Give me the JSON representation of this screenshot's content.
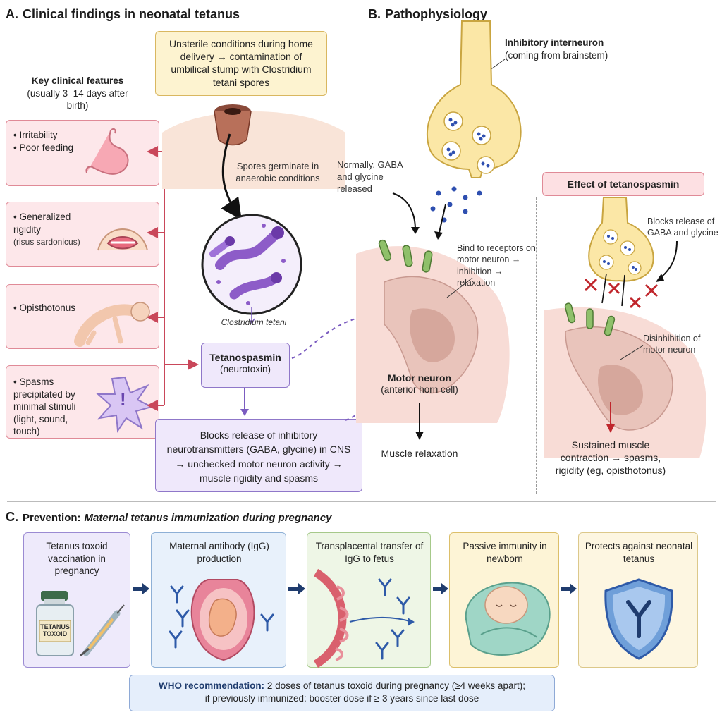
{
  "sectionA": {
    "letter": "A.",
    "title": "Clinical findings in neonatal tetanus",
    "key_title": "Key clinical features",
    "key_sub": "(usually 3–14 days after birth)",
    "features": [
      [
        "Irritability",
        "Poor feeding"
      ],
      [
        "Generalized rigidity",
        "(risus sardonicus)"
      ],
      [
        "Opisthotonus"
      ],
      [
        "Spasms precipitated by minimal stimuli (light, sound, touch)"
      ]
    ],
    "cause_box": "Unsterile conditions during home delivery → contamination of umbilical stump with Clostridium tetani spores",
    "spores_text": "Spores germinate in anaerobic conditions",
    "bacteria_label": "Clostridium tetani",
    "toxin_title": "Tetanospasmin",
    "toxin_sub": "(neurotoxin)",
    "mechanism_box": "Blocks release of inhibitory neurotransmitters (GABA, glycine) in CNS → unchecked motor neuron activity → muscle rigidity and spasms",
    "spasm_symbol": "!"
  },
  "sectionB": {
    "letter": "B.",
    "title": "Pathophysiology",
    "interneuron_title": "Inhibitory interneuron",
    "interneuron_sub": "(coming from brainstem)",
    "normally_text": "Normally, GABA and glycine released",
    "bind_text": "Bind to receptors on motor neuron → inhibition → relaxation",
    "motor_title": "Motor neuron",
    "motor_sub": "(anterior horn cell)",
    "relax_text": "Muscle relaxation",
    "effect_title": "Effect of tetanospasmin",
    "blocks_text": "Blocks release of GABA and glycine",
    "disinhibit_text": "Disinhibition of motor neuron",
    "sustained_text": "Sustained muscle contraction → spasms, rigidity (eg, opisthotonus)"
  },
  "sectionC": {
    "letter": "C.",
    "title_prefix": "Prevention:",
    "title_rest": "Maternal tetanus immunization during pregnancy",
    "steps": [
      "Tetanus toxoid vaccination in pregnancy",
      "Maternal antibody (IgG) production",
      "Transplacental transfer of IgG to fetus",
      "Passive immunity in newborn",
      "Protects against neonatal tetanus"
    ],
    "vial_label_1": "TETANUS",
    "vial_label_2": "TOXOID",
    "who_bold": "WHO recommendation:",
    "who_rest": "2 doses of tetanus toxoid during pregnancy (≥4 weeks apart);",
    "who_line2": "if previously immunized: booster dose if ≥ 3 years since last dose"
  },
  "colors": {
    "pink": "#e08a97",
    "purple": "#7b5cc0",
    "yellow": "#d9b760",
    "navy": "#1f3c6e",
    "red": "#c0262c"
  }
}
